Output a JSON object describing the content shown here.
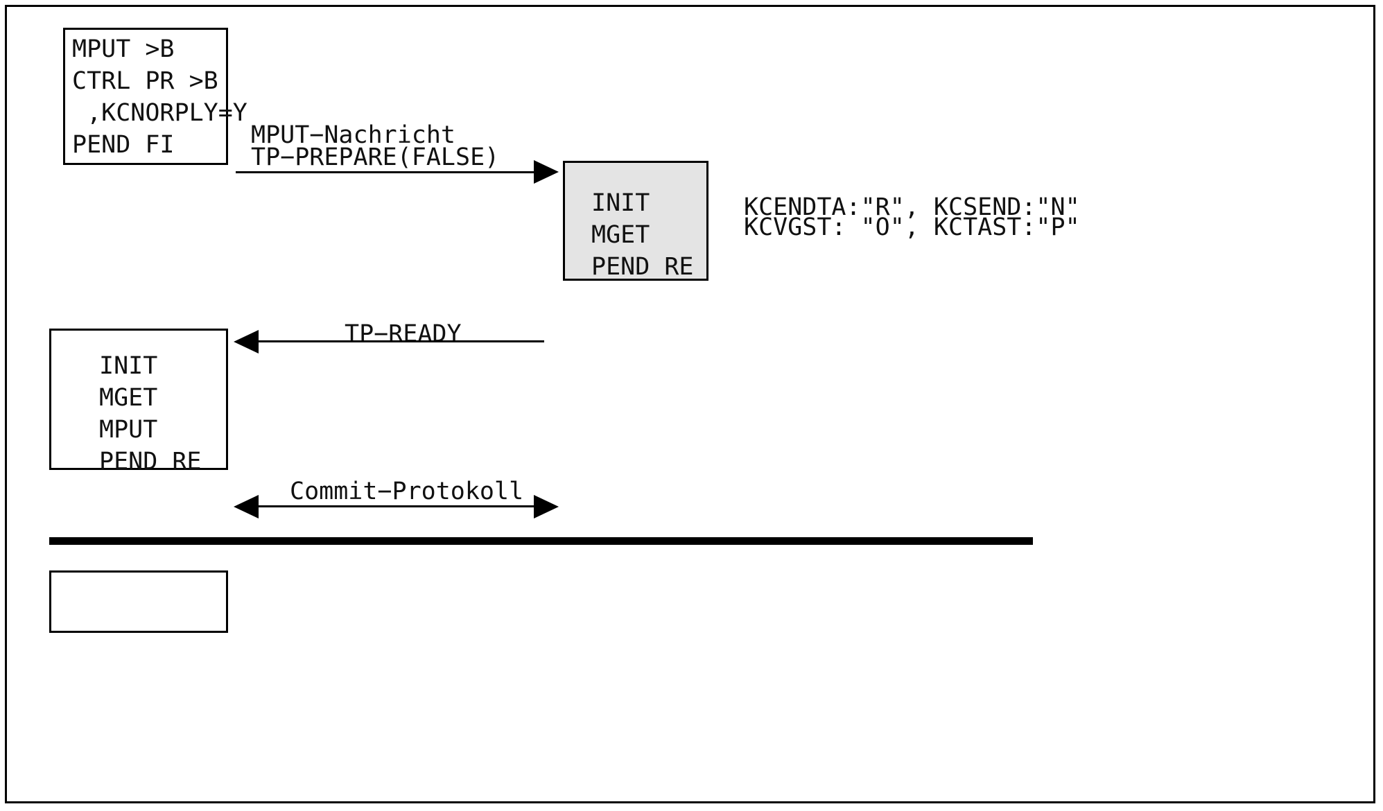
{
  "diagram": {
    "title": "UTM Commit protocol message sequence diagram",
    "colors": {
      "line": "#000000",
      "text": "#111111",
      "shaded_box_fill": "#e4e4e4",
      "plain_box_fill": "#ffffff",
      "background": "#ffffff"
    },
    "boxes": [
      {
        "id": "box-mput-ctrl",
        "name": "program-box-mput-ctrl-pr",
        "shaded": false,
        "lines": "MPUT >B\nCTRL PR >B\n ,KCNORPLY=Y\nPEND FI"
      },
      {
        "id": "box-init-mget-pend-re",
        "name": "program-box-init-mget-pend-re",
        "shaded": true,
        "lines": "INIT\nMGET\nPEND RE"
      },
      {
        "id": "box-init-mget-mput-pend-re",
        "name": "program-box-init-mget-mput-pend-re",
        "shaded": false,
        "lines": "INIT\nMGET\nMPUT\nPEND RE"
      },
      {
        "id": "box-bottom-partial",
        "name": "program-box-partial-bottom",
        "shaded": false,
        "lines": ""
      }
    ],
    "arrows": [
      {
        "id": "arrow-mput-nachricht",
        "name": "arrow-mput-nachricht",
        "direction": "right",
        "label_line1": "MPUT−Nachricht",
        "label_line2": "TP−PREPARE(FALSE)"
      },
      {
        "id": "arrow-tp-ready",
        "name": "arrow-tp-ready",
        "direction": "left",
        "label_line1": "TP−READY",
        "label_line2": ""
      },
      {
        "id": "arrow-commit-protokoll",
        "name": "arrow-commit-protokoll",
        "direction": "both",
        "label_line1": "Commit−Protokoll",
        "label_line2": ""
      }
    ],
    "side_note": {
      "name": "kc-field-values-note",
      "line1": "KCENDTA:\"R\", KCSEND:\"N\"",
      "line2": "KCVGST: \"O\", KCTAST:\"P\""
    },
    "separator": {
      "name": "thick-separator-line"
    }
  }
}
